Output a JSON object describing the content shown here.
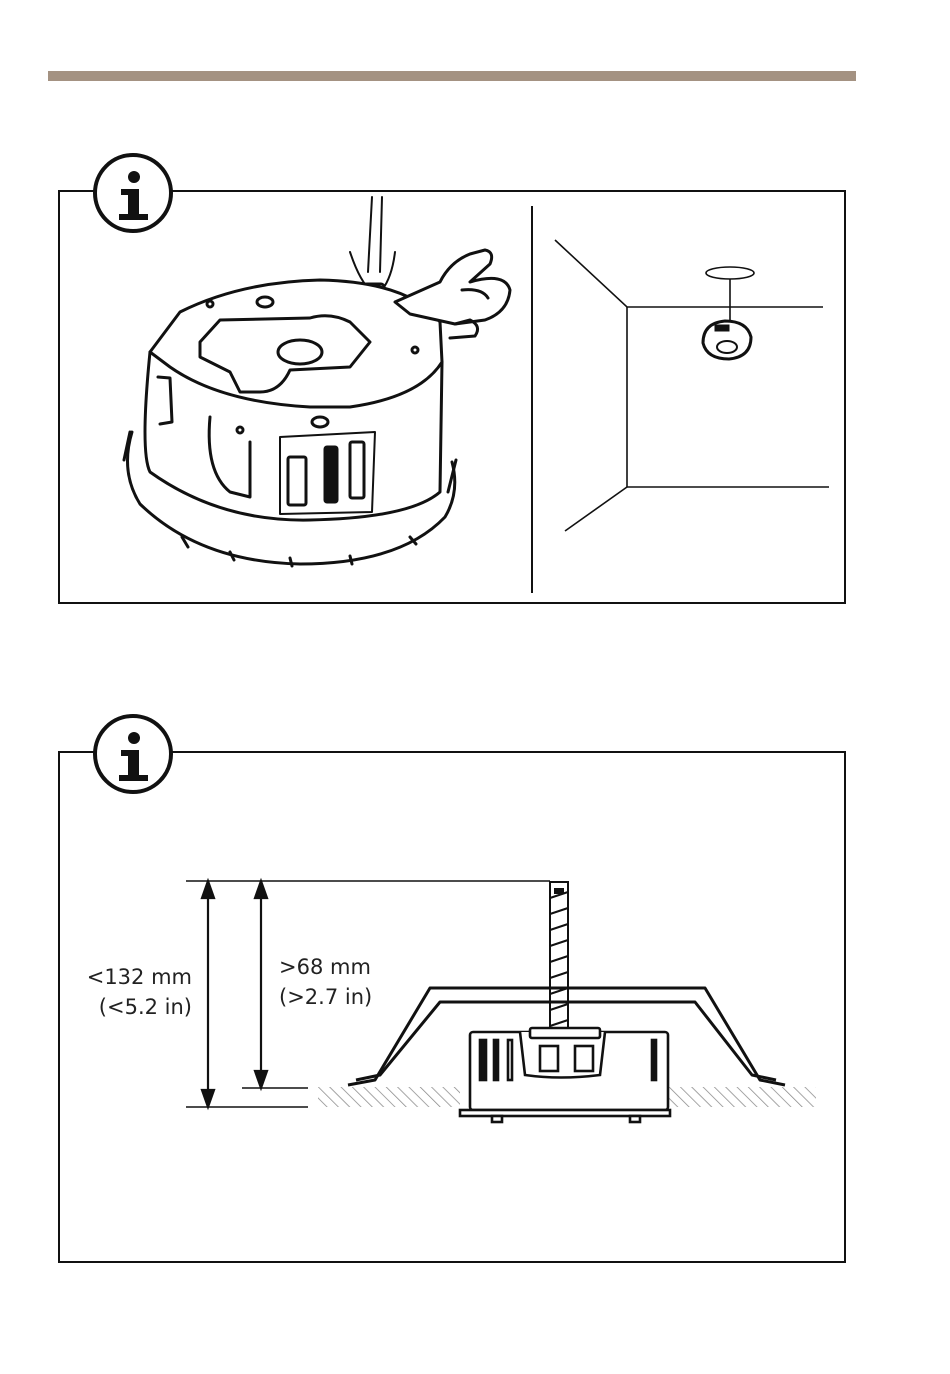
{
  "header": {
    "rule_color": "#a49282"
  },
  "panels": [
    {
      "id": "panel-1",
      "badge_icon": "info-icon",
      "illustrations": [
        "safety-wire-icon",
        "ceiling-bracket-icon",
        "pointing-hand-icon",
        "room-corner-icon",
        "camera-dome-icon"
      ]
    },
    {
      "id": "panel-2",
      "badge_icon": "info-icon",
      "illustrations": [
        "threaded-rod-icon",
        "mounting-bridge-icon",
        "recessed-housing-icon",
        "ceiling-tile-icon"
      ]
    }
  ],
  "dimensions": {
    "max_depth": {
      "metric": "<132 mm",
      "imperial": "(<5.2 in)"
    },
    "min_clearance": {
      "metric": ">68 mm",
      "imperial": "(>2.7 in)"
    }
  }
}
